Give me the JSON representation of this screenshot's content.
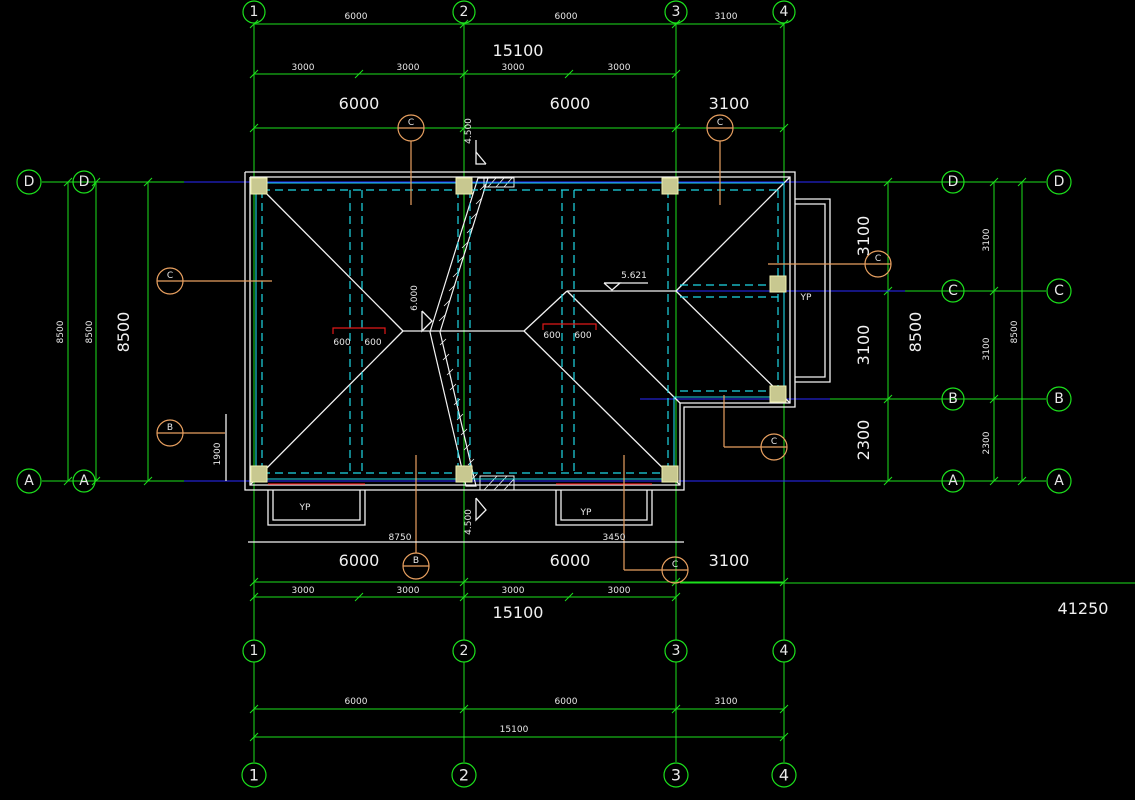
{
  "drawing": {
    "axes_top": [
      "1",
      "2",
      "3",
      "4"
    ],
    "axes_bottom": [
      "1",
      "2",
      "3",
      "4"
    ],
    "axes_left": [
      "D",
      "A"
    ],
    "axes_right": [
      "D",
      "C",
      "B",
      "A"
    ],
    "top_dims": {
      "span_small": [
        "6000",
        "6000",
        "3100"
      ],
      "total": "15100",
      "sub": [
        "3000",
        "3000",
        "3000",
        "3000"
      ],
      "span_big": [
        "6000",
        "6000",
        "3100"
      ]
    },
    "bottom_dims": {
      "sub_a": "8750",
      "sub_b": "3450",
      "span_big": [
        "6000",
        "6000",
        "3100"
      ],
      "sub": [
        "3000",
        "3000",
        "3000",
        "3000"
      ],
      "total": "15100",
      "span_small": [
        "6000",
        "6000",
        "3100"
      ],
      "total_small": "15100"
    },
    "left_dims": {
      "outer": "8500",
      "small_a": "8500",
      "small_b": "8500",
      "gap": "1900"
    },
    "right_dims": {
      "segs": [
        "3100",
        "3100",
        "2300"
      ],
      "total": "8500",
      "small_segs": [
        "3100",
        "3100",
        "2300"
      ],
      "small_total": "8500"
    },
    "elevations": {
      "ridge": "5.621",
      "mark_top": "4.500",
      "mark_mid": "6.000",
      "mark_bottom": "4.500"
    },
    "overhang_labels": [
      "600",
      "600",
      "600",
      "600"
    ],
    "downpipe_labels": [
      "YP",
      "YP",
      "YP"
    ],
    "section_marks": [
      "C",
      "C",
      "C",
      "C",
      "B",
      "B",
      "C",
      "C"
    ],
    "far_dimension": "41250"
  },
  "colors": {
    "background": "#000000",
    "axis_green": "#1ce01c",
    "outline_white": "#f2f2f2",
    "gutter_cyan": "#1ed8e6",
    "section_orange": "#e8a060",
    "beam_red": "#e01818"
  }
}
